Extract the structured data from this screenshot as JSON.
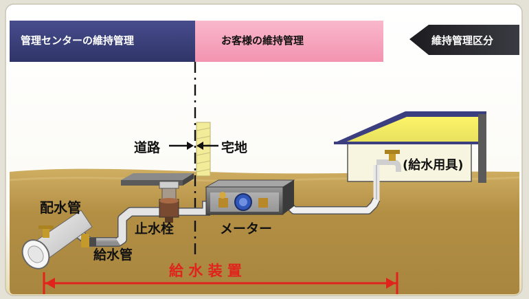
{
  "header": {
    "center_label": "管理センターの維持管理",
    "customer_label": "お客様の維持管理",
    "legend_label": "維持管理区分"
  },
  "labels": {
    "road": "道路",
    "residence": "宅地",
    "fixture": "(給水用具)",
    "distribution_pipe": "配水管",
    "stop_valve": "止水栓",
    "meter": "メーター",
    "service_pipe": "給水管",
    "water_supply_device": "給 水 装 置"
  },
  "colors": {
    "center_band": "#3a3f7a",
    "customer_band": "#f6a7bd",
    "legend_arrow": "#2a2a30",
    "ground": "#b8954a",
    "sky": "#ffffff",
    "accent_red": "#e0231c",
    "house_roof": "#3b3f80",
    "house_wall": "#f1ee6a"
  }
}
